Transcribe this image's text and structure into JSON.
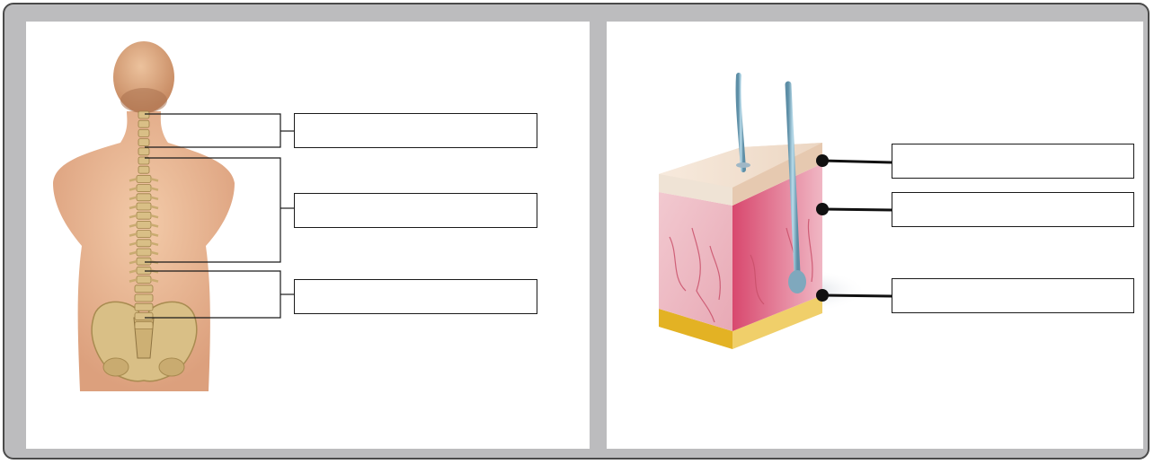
{
  "spine_diagram": {
    "labels": [
      {
        "id": "cervical",
        "text": ""
      },
      {
        "id": "thoracic",
        "text": ""
      },
      {
        "id": "lumbar",
        "text": ""
      }
    ]
  },
  "skin_diagram": {
    "labels": [
      {
        "id": "epidermis",
        "text": ""
      },
      {
        "id": "dermis",
        "text": ""
      },
      {
        "id": "hypodermis",
        "text": ""
      }
    ]
  },
  "colors": {
    "frame": "#bcbcbe",
    "skin_tone": "#e9b894",
    "bone": "#d9bf86",
    "dermis": "#e6a3b0",
    "fat_layer": "#e3b224"
  }
}
